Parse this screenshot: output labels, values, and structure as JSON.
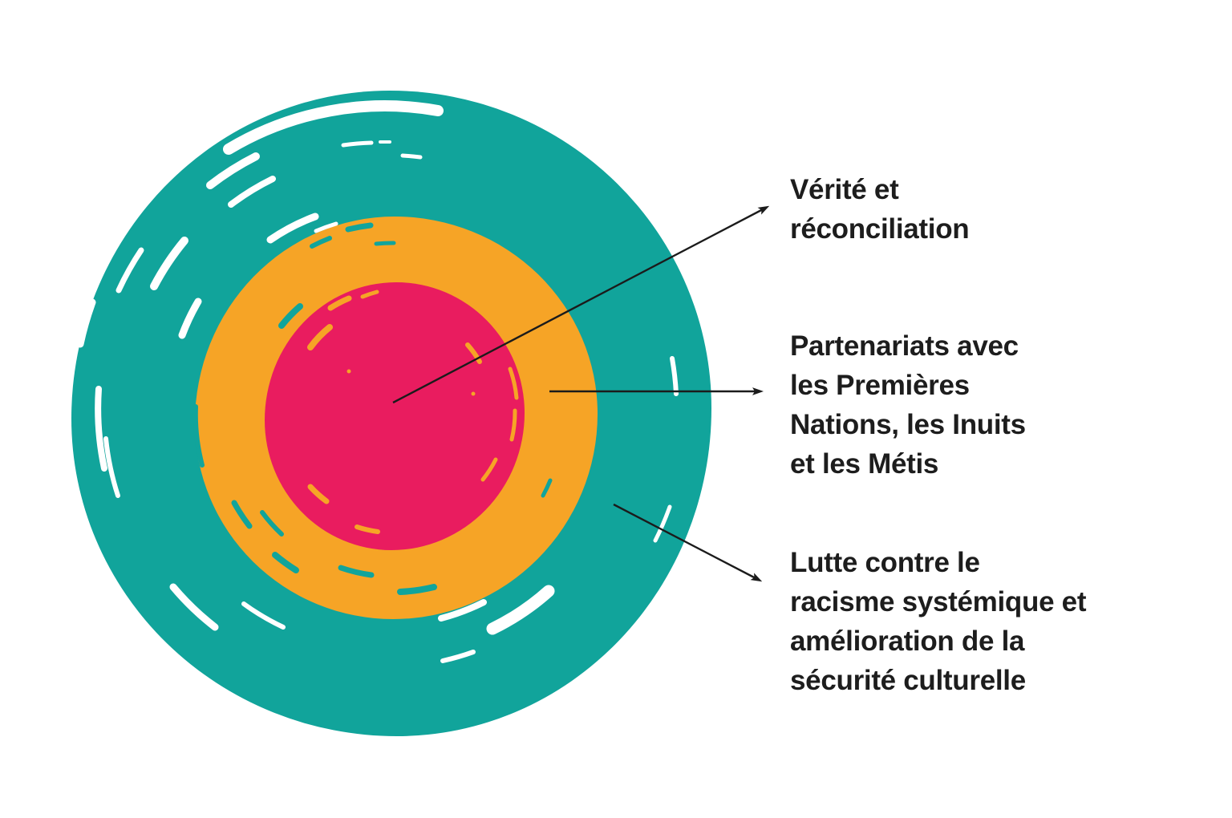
{
  "colors": {
    "background": "#FFFFFF",
    "teal": "#11A49B",
    "orange": "#F6A426",
    "pink": "#E91C5F",
    "arrow": "#1B1B1B",
    "text": "#1D1D1D"
  },
  "diagram": {
    "type": "concentric-circles",
    "rings": [
      {
        "level": 1,
        "name": "inner",
        "color": "#E91C5F",
        "label": "Vérité et réconciliation"
      },
      {
        "level": 2,
        "name": "middle",
        "color": "#F6A426",
        "label": "Partenariats avec les Premières Nations, les Inuits et les Métis"
      },
      {
        "level": 3,
        "name": "outer",
        "color": "#11A49B",
        "label": "Lutte contre le racisme systémique et amélioration de la sécurité culturelle"
      }
    ]
  },
  "callouts": [
    {
      "text": "Vérité et\nréconciliation",
      "points_to": "inner"
    },
    {
      "text": "Partenariats avec\nles Premières\nNations, les Inuits\net les Métis",
      "points_to": "middle"
    },
    {
      "text": "Lutte contre le\nracisme systémique et\namélioration de la\nsécurité culturelle",
      "points_to": "outer"
    }
  ]
}
